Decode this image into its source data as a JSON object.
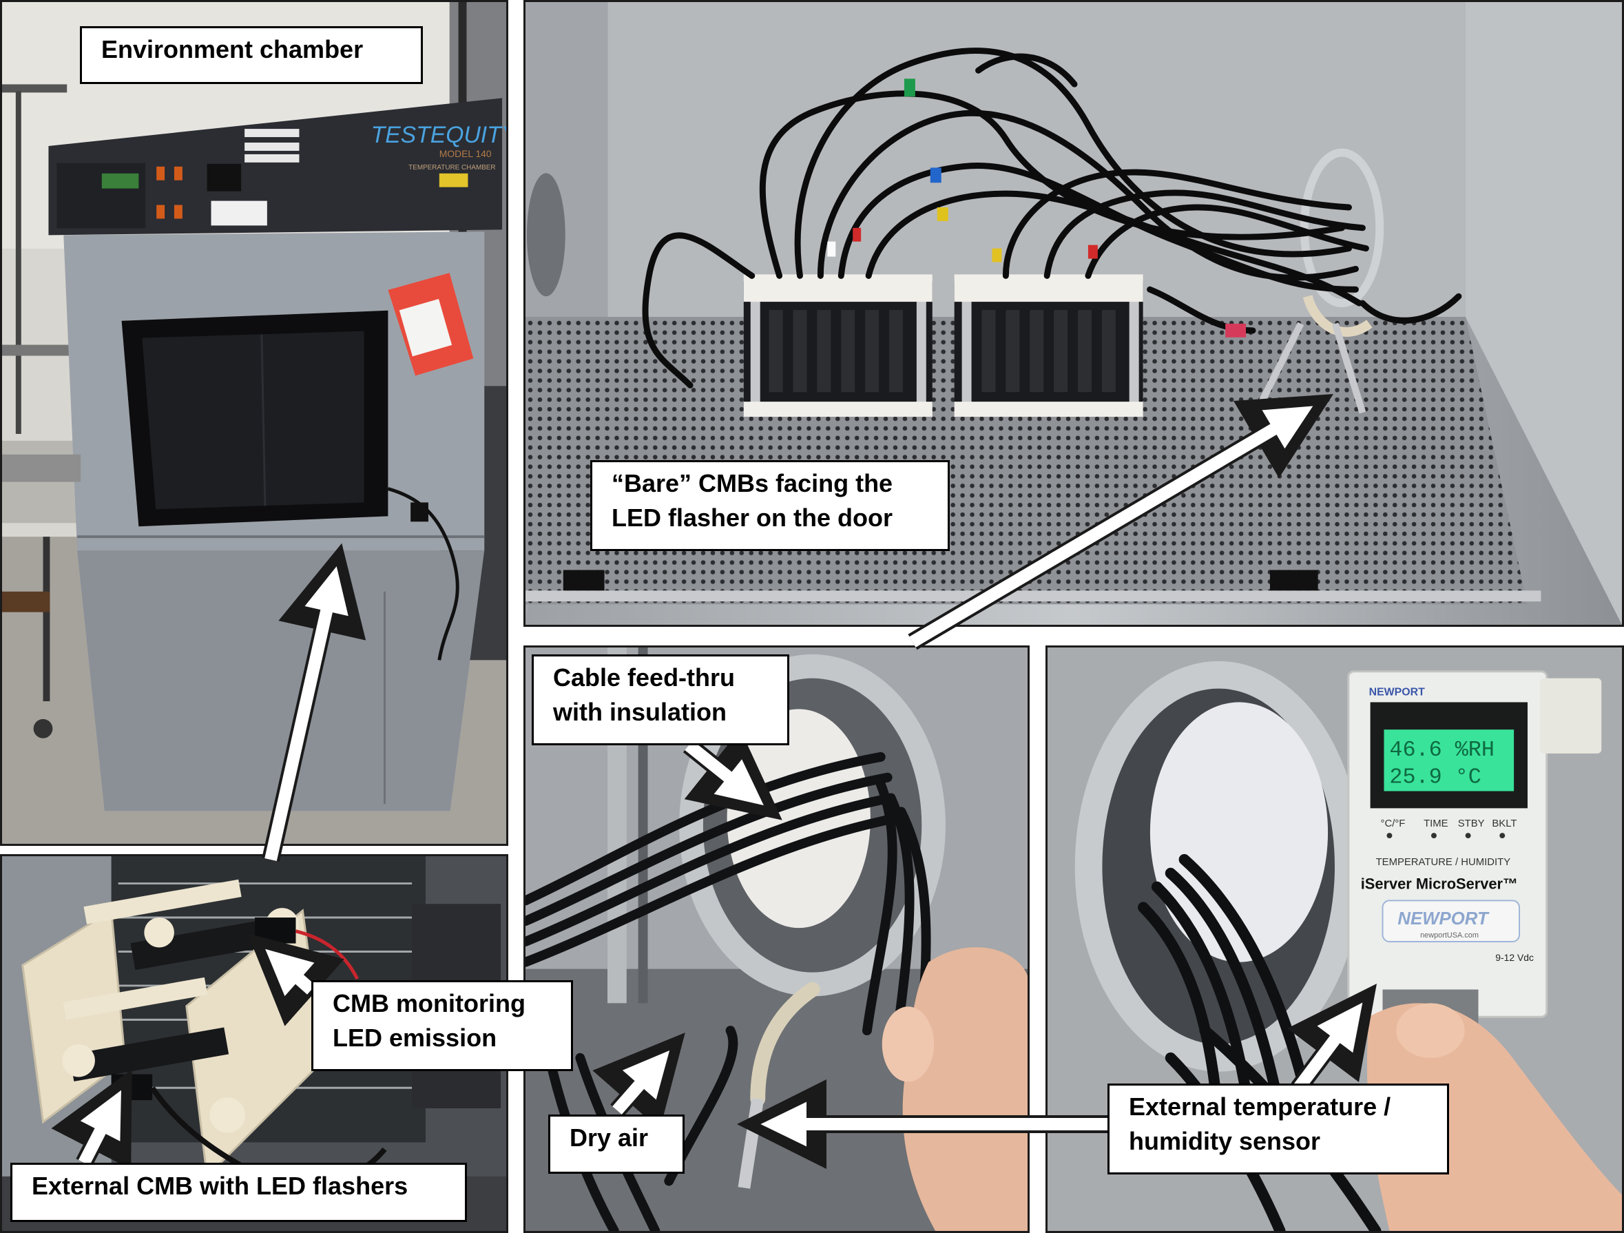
{
  "labels": {
    "environment_chamber": "Environment chamber",
    "bare_cmbs": "“Bare” CMBs facing the\nLED flasher on the door",
    "cable_feedthru": "Cable feed-thru\nwith insulation",
    "cmb_monitoring": "CMB monitoring\nLED emission",
    "external_cmb": "External CMB with LED flashers",
    "dry_air": "Dry air",
    "external_sensor": "External temperature /\nhumidity sensor"
  },
  "photo_text": {
    "brand": "TESTEQUITY",
    "model": "MODEL 140",
    "chamber_type": "TEMPERATURE CHAMBER",
    "sensor_brand": "NEWPORT",
    "lcd_line1": "46.6 %RH",
    "lcd_line2": "25.9 °C",
    "button_labels": [
      "°C/°F",
      "TIME",
      "STBY",
      "BKLT"
    ],
    "sensor_caption": "TEMPERATURE / HUMIDITY",
    "sensor_product": "iServer MicroServer™",
    "sensor_logo": "NEWPORT",
    "sensor_url": "newportUSA.com",
    "sensor_power": "9-12 Vdc"
  },
  "colors": {
    "label_bg": "#ffffff",
    "label_border": "#000000",
    "arrow": "#ffffff",
    "chamber_gray": "#9aa0a6",
    "stainless": "#a9adb0",
    "lcd_green": "#39e39a",
    "plastic_cream": "#e9dfc7"
  }
}
